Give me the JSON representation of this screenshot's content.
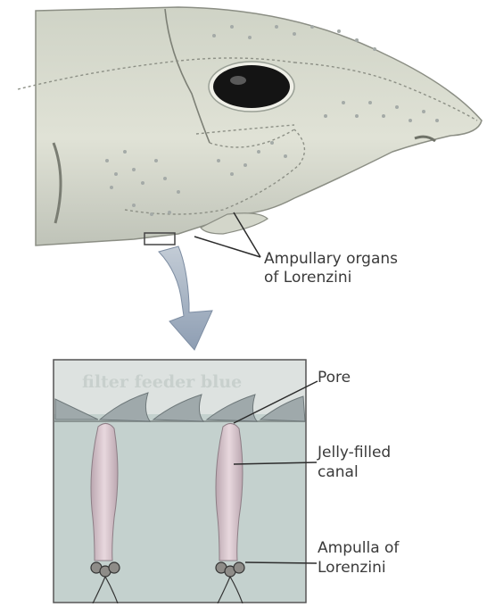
{
  "labels": {
    "ampullary_line1": "Ampullary organs",
    "ampullary_line2": "of Lorenzini",
    "pore": "Pore",
    "canal_line1": "Jelly-filled",
    "canal_line2": "canal",
    "ampulla_line1": "Ampulla of",
    "ampulla_line2": "Lorenzini",
    "faint_header": "filter feeder blue"
  },
  "colors": {
    "shark_skin": "#d9dccf",
    "shark_shadow": "#b9bdb2",
    "outline": "#6f7268",
    "pore_dots": "#9aa19e",
    "eye": "#141414",
    "inset_water": "#cfd6d2",
    "inset_tissue": "#b9c9c6",
    "canal": "#d8c3cb",
    "arrow": "#a9b6c6",
    "leader": "#2c2c2c"
  },
  "icons": [
    "shark-head-illustration",
    "eye-icon",
    "down-arrow-icon",
    "denticle-icon",
    "ampulla-bulb-icon"
  ]
}
